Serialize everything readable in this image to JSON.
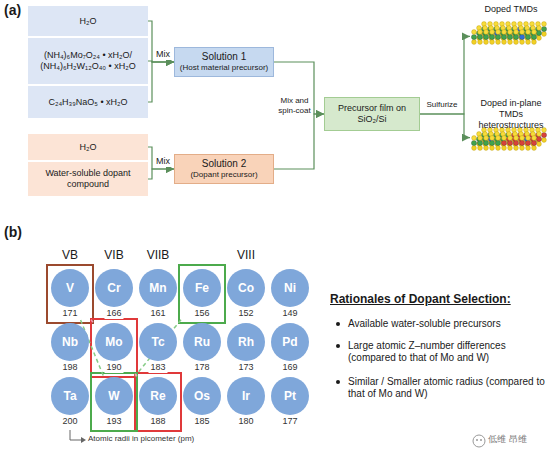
{
  "diagram": {
    "nodes": [
      {
        "text": [
          "H₂O"
        ]
      },
      {
        "text": [
          "(NH₄)₆Mo₇O₂₄ • xH₂O/ (NH₄)₆H₂W₁₂O₄₀ • xH₂O"
        ]
      },
      {
        "text": [
          "C₂₄H₃₉NaO₅ • xH₂O"
        ]
      },
      {
        "text": [
          "Solution 1",
          "(Host material precursor)"
        ]
      },
      {
        "text": [
          "H₂O"
        ]
      },
      {
        "text": [
          "Water-soluble dopant compound"
        ]
      },
      {
        "text": [
          "Solution 2",
          "(Dopant precursor)"
        ]
      },
      {
        "text": [
          "Precursor film on SiO₂/Si"
        ]
      },
      {
        "text": [
          "Doped TMDs"
        ]
      },
      {
        "text": [
          "Doped in-plane TMDs heterostructures"
        ]
      },
      {
        "text": [
          "V",
          "171"
        ]
      },
      {
        "text": [
          "Cr",
          "166"
        ]
      },
      {
        "text": [
          "Mn",
          "161"
        ]
      },
      {
        "text": [
          "Fe",
          "156"
        ]
      },
      {
        "text": [
          "Co",
          "152"
        ]
      },
      {
        "text": [
          "Ni",
          "149"
        ]
      },
      {
        "text": [
          "Nb",
          "198"
        ]
      },
      {
        "text": [
          "Mo",
          "190"
        ]
      },
      {
        "text": [
          "Tc",
          "183"
        ]
      },
      {
        "text": [
          "Ru",
          "178"
        ]
      },
      {
        "text": [
          "Rh",
          "173"
        ]
      },
      {
        "text": [
          "Pd",
          "169"
        ]
      },
      {
        "text": [
          "Ta",
          "200"
        ]
      },
      {
        "text": [
          "W",
          "193"
        ]
      },
      {
        "text": [
          "Re",
          "188"
        ]
      },
      {
        "text": [
          "Os",
          "185"
        ]
      },
      {
        "text": [
          "Ir",
          "180"
        ]
      },
      {
        "text": [
          "Pt",
          "177"
        ]
      }
    ],
    "edges": [
      {
        "from": 0,
        "to": 3,
        "arrow": "to"
      },
      {
        "from": 1,
        "to": 3,
        "label": "Mix",
        "arrow": "to"
      },
      {
        "from": 2,
        "to": 3,
        "arrow": "to"
      },
      {
        "from": 4,
        "to": 6,
        "arrow": "to"
      },
      {
        "from": 5,
        "to": 6,
        "label": "Mix",
        "arrow": "to"
      },
      {
        "from": 3,
        "to": 7,
        "label": "Mix and spin-coat",
        "arrow": "to"
      },
      {
        "from": 6,
        "to": 7,
        "arrow": "to"
      },
      {
        "from": 7,
        "to": 8,
        "label": "Sulfurize",
        "arrow": "to"
      },
      {
        "from": 7,
        "to": 9,
        "arrow": "to"
      },
      {
        "from": 10,
        "to": 17,
        "arrow": "none"
      },
      {
        "from": 10,
        "to": 23,
        "arrow": "none"
      },
      {
        "from": 13,
        "to": 23,
        "arrow": "none"
      },
      {
        "from": 24,
        "to": 17,
        "arrow": "none"
      }
    ],
    "labels": [
      "(a)",
      "(b)",
      "VB",
      "VIB",
      "VIIB",
      "VIII",
      "Atomic radii in picometer (pm)",
      "Rationales of Dopant Selection:",
      "Available water-soluble precursors",
      "Large atomic Z–number differences (compared to that of Mo and W)",
      "Similar / Smaller atomic radius (compared to that of Mo and W)",
      "低维 昂维"
    ]
  }
}
